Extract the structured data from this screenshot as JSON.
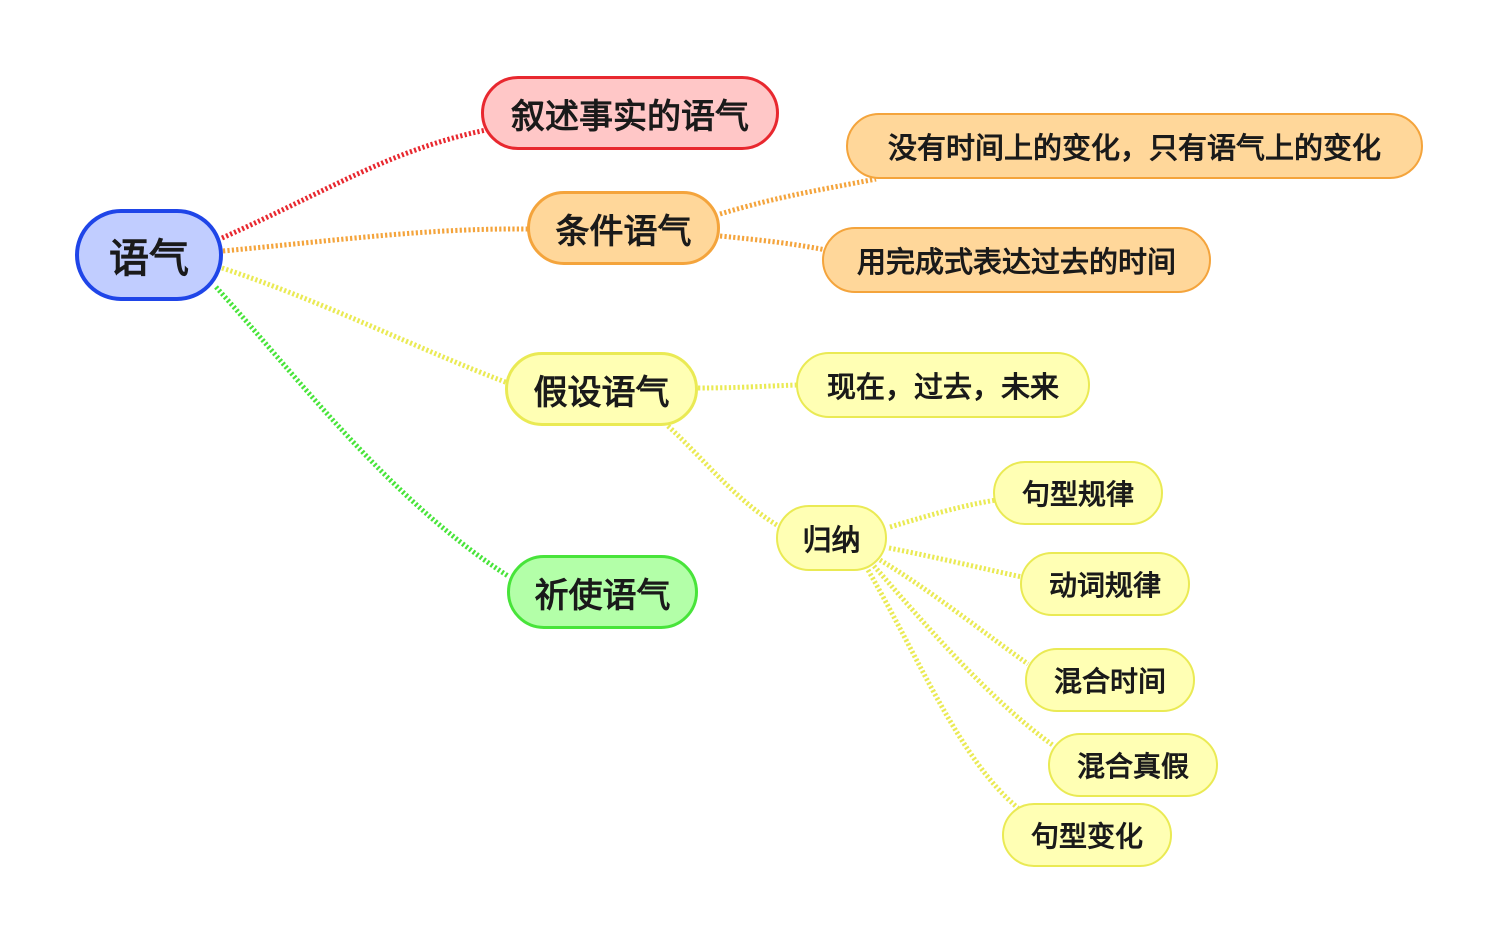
{
  "colors": {
    "root": "#1f45e8",
    "red": "#e8282f",
    "orange": "#f4a43c",
    "yellow": "#eaea54",
    "green": "#48e43a"
  },
  "root": {
    "label": "语气"
  },
  "branches": {
    "narrative": {
      "label": "叙述事实的语气"
    },
    "conditional": {
      "label": "条件语气",
      "children": [
        {
          "label": "没有时间上的变化，只有语气上的变化"
        },
        {
          "label": "用完成式表达过去的时间"
        }
      ]
    },
    "subjunctive": {
      "label": "假设语气",
      "tenses": {
        "label": "现在，过去，未来"
      },
      "summary": {
        "label": "归纳",
        "children": [
          {
            "label": "句型规律"
          },
          {
            "label": "动词规律"
          },
          {
            "label": "混合时间"
          },
          {
            "label": "混合真假"
          },
          {
            "label": "句型变化"
          }
        ]
      }
    },
    "imperative": {
      "label": "祈使语气"
    }
  }
}
